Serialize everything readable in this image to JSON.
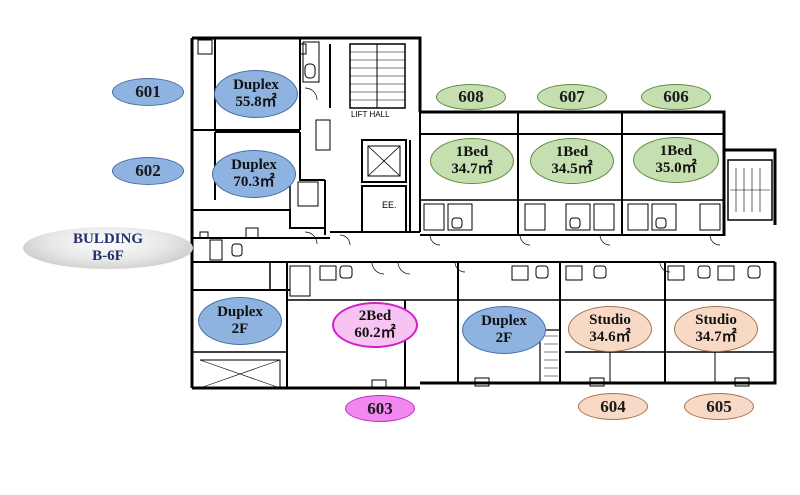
{
  "building": {
    "line1": "BULDING",
    "line2": "B-6F"
  },
  "units": [
    {
      "id": "601",
      "type": "Duplex",
      "area": "55.8㎡"
    },
    {
      "id": "602",
      "type": "Duplex",
      "area": "70.3㎡"
    },
    {
      "id": "608",
      "type": "1Bed",
      "area": "34.7㎡"
    },
    {
      "id": "607",
      "type": "1Bed",
      "area": "34.5㎡"
    },
    {
      "id": "606",
      "type": "1Bed",
      "area": "35.0㎡"
    },
    {
      "id": "603",
      "type": "2Bed",
      "area": "60.2㎡"
    },
    {
      "id": "604",
      "type": "Studio",
      "area": "34.6㎡"
    },
    {
      "id": "605",
      "type": "Studio",
      "area": "34.7㎡"
    }
  ],
  "duplex_2f": [
    {
      "type": "Duplex",
      "floor": "2F"
    },
    {
      "type": "Duplex",
      "floor": "2F"
    }
  ],
  "rooms": {
    "lift_hall": "LIFT HALL",
    "ee": "EE."
  },
  "colors": {
    "blue": "#8fb3e0",
    "green": "#c6dfb0",
    "peach": "#f7d9c6",
    "pink": "#f088f0",
    "wall": "#000000"
  }
}
